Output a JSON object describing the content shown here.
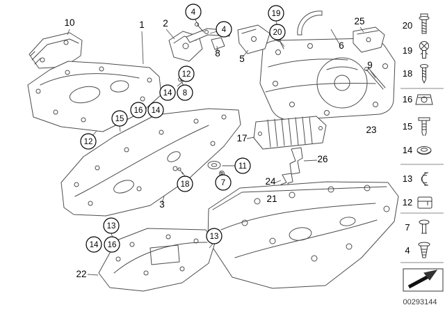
{
  "diagram": {
    "doc_number": "00293144",
    "plain_labels": [
      "10",
      "1",
      "2",
      "8",
      "5",
      "25",
      "6",
      "9",
      "23",
      "17",
      "26",
      "24",
      "21",
      "3",
      "22"
    ],
    "circled_labels": [
      "4",
      "4",
      "19",
      "20",
      "12",
      "14",
      "8",
      "16",
      "14",
      "15",
      "12",
      "11",
      "18",
      "7",
      "13",
      "14",
      "16",
      "13"
    ]
  },
  "sidebar": {
    "items": [
      {
        "label": "20",
        "icon": "flange-screw-icon"
      },
      {
        "label": "19",
        "icon": "expanding-rivet-icon"
      },
      {
        "label": "18",
        "icon": "screw-icon"
      },
      {
        "label": "16",
        "icon": "body-nut-icon"
      },
      {
        "label": "15",
        "icon": "expanding-plug-icon"
      },
      {
        "label": "14",
        "icon": "grommet-icon"
      },
      {
        "label": "13",
        "icon": "spring-clip-icon"
      },
      {
        "label": "12",
        "icon": "sheet-metal-clip-icon"
      },
      {
        "label": "7",
        "icon": "blind-rivet-icon"
      },
      {
        "label": "4",
        "icon": "expansion-plug-icon"
      }
    ],
    "footer_icon": "direction-arrow-icon"
  },
  "colors": {
    "line": "#4b4b4b",
    "text": "#000000",
    "background": "#ffffff"
  }
}
